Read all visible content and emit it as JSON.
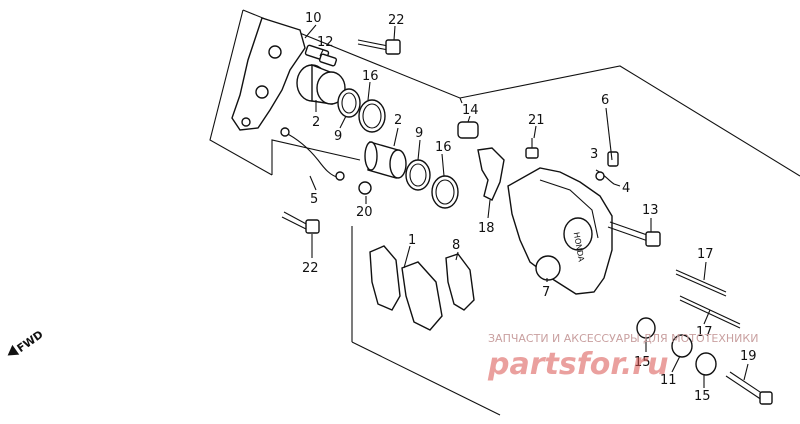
{
  "callouts": [
    {
      "id": "c10",
      "text": "10"
    },
    {
      "id": "c12",
      "text": "12"
    },
    {
      "id": "c22a",
      "text": "22"
    },
    {
      "id": "c16a",
      "text": "16"
    },
    {
      "id": "c2a",
      "text": "2"
    },
    {
      "id": "c9a",
      "text": "9"
    },
    {
      "id": "c2b",
      "text": "2"
    },
    {
      "id": "c9b",
      "text": "9"
    },
    {
      "id": "c16b",
      "text": "16"
    },
    {
      "id": "c14",
      "text": "14"
    },
    {
      "id": "c21",
      "text": "21"
    },
    {
      "id": "c6",
      "text": "6"
    },
    {
      "id": "c3",
      "text": "3"
    },
    {
      "id": "c4",
      "text": "4"
    },
    {
      "id": "c5",
      "text": "5"
    },
    {
      "id": "c20",
      "text": "20"
    },
    {
      "id": "c18",
      "text": "18"
    },
    {
      "id": "c13",
      "text": "13"
    },
    {
      "id": "c22b",
      "text": "22"
    },
    {
      "id": "c1",
      "text": "1"
    },
    {
      "id": "c8",
      "text": "8"
    },
    {
      "id": "c7",
      "text": "7"
    },
    {
      "id": "c17a",
      "text": "17"
    },
    {
      "id": "c17b",
      "text": "17"
    },
    {
      "id": "c15a",
      "text": "15"
    },
    {
      "id": "c11",
      "text": "11"
    },
    {
      "id": "c19",
      "text": "19"
    },
    {
      "id": "c15b",
      "text": "15"
    }
  ],
  "direction_label": "FWD",
  "watermark": {
    "line1": "ЗАПЧАСТИ И АКСЕССУАРЫ ДЛЯ МОТОТЕХНИКИ",
    "line2": "partsfor.ru"
  },
  "caliper_marking": "HONDA"
}
